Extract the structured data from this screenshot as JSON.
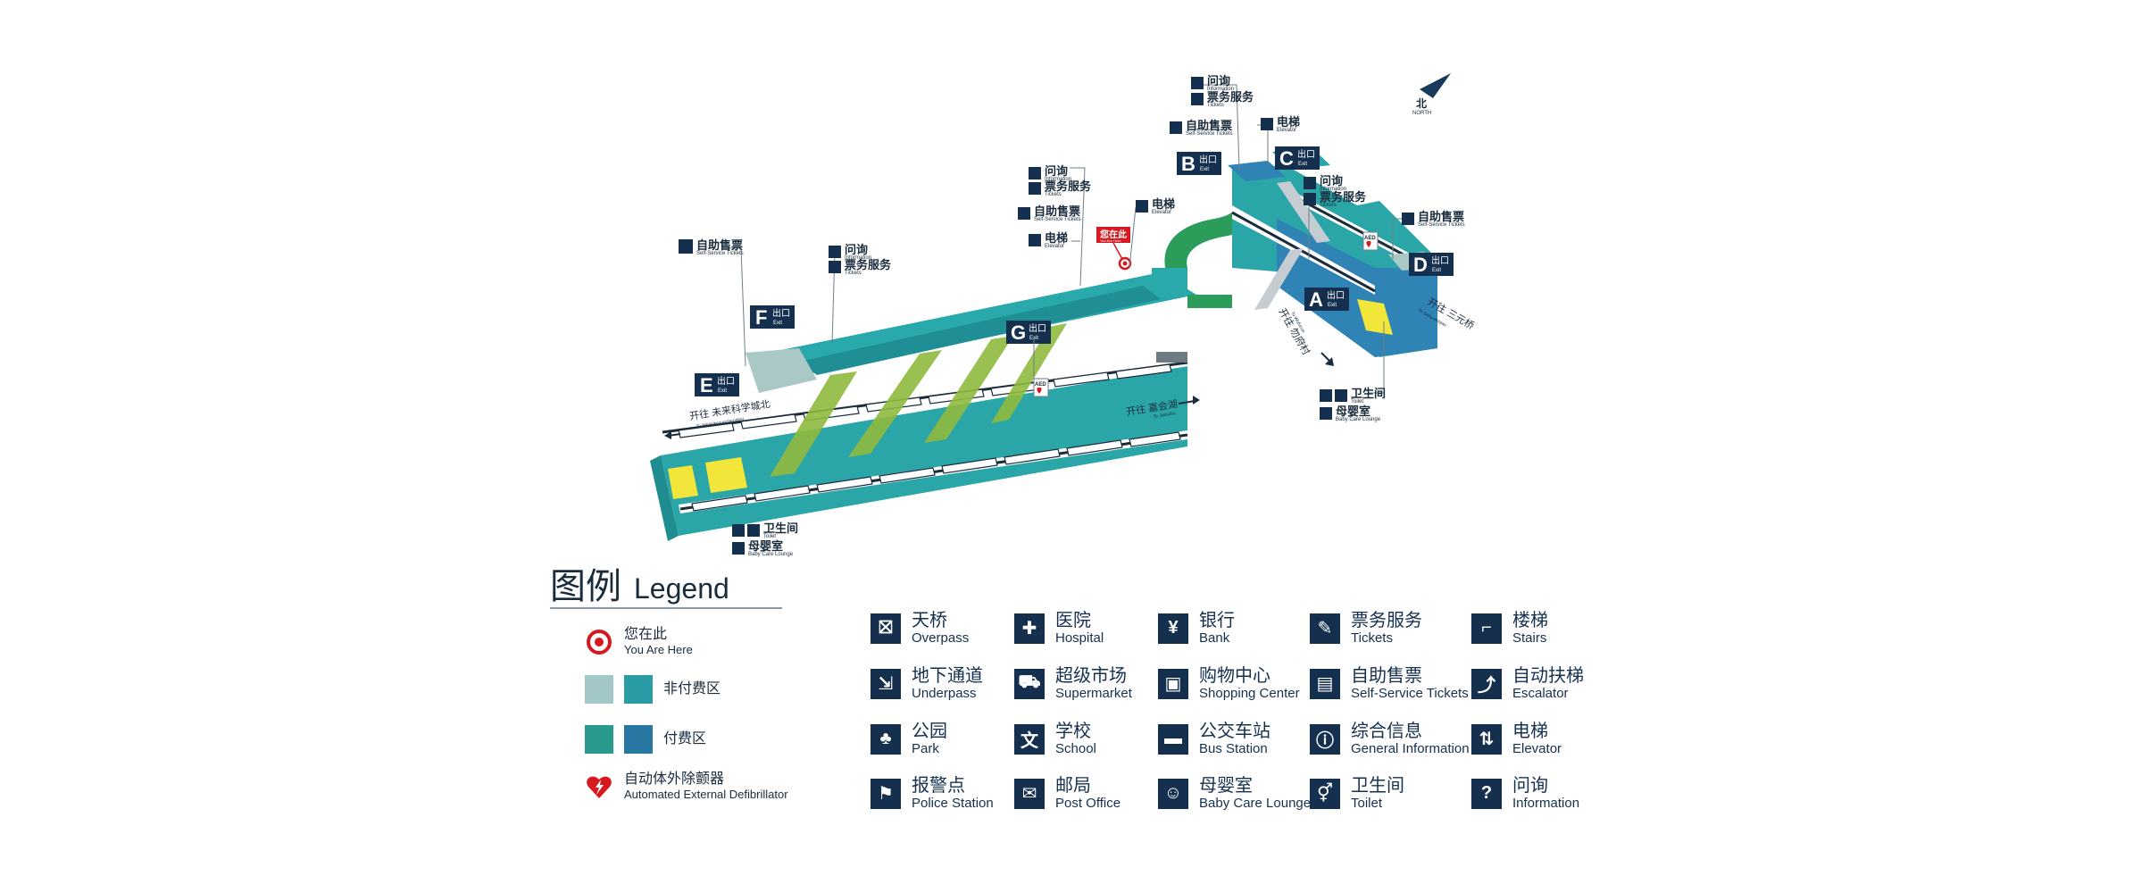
{
  "north": {
    "cn": "北",
    "en": "NORTH"
  },
  "you_are_here": {
    "cn": "您在此",
    "en": "You Are Here"
  },
  "exits": [
    {
      "id": "A",
      "cn": "出口",
      "en": "Exit"
    },
    {
      "id": "B",
      "cn": "出口",
      "en": "Exit"
    },
    {
      "id": "C",
      "cn": "出口",
      "en": "Exit"
    },
    {
      "id": "D",
      "cn": "出口",
      "en": "Exit"
    },
    {
      "id": "E",
      "cn": "出口",
      "en": "Exit"
    },
    {
      "id": "F",
      "cn": "出口",
      "en": "Exit"
    },
    {
      "id": "G",
      "cn": "出口",
      "en": "Exit"
    }
  ],
  "facilities": {
    "information": {
      "cn": "问询",
      "en": "Information"
    },
    "tickets": {
      "cn": "票务服务",
      "en": "Tickets"
    },
    "self_service": {
      "cn": "自助售票",
      "en": "Self-Service Tickets"
    },
    "elevator": {
      "cn": "电梯",
      "en": "Elevator"
    },
    "toilet": {
      "cn": "卫生间",
      "en": "Toilet"
    },
    "baby_care": {
      "cn": "母婴室",
      "en": "Baby Care Lounge"
    },
    "aed": "AED"
  },
  "directions": {
    "west_cn": "开往 未来科学城北",
    "west_en": "To Weilaikexuechengbei",
    "east_cn": "开往 嘉会湖",
    "east_en": "To Jiahuihu",
    "north_cn": "开往 三元桥",
    "north_en": "To Sanyuanqiao",
    "south_cn": "开往 勿府村",
    "south_en": "To Wufucun"
  },
  "legend": {
    "title_cn": "图例",
    "title_en": "Legend",
    "you_are_here_cn": "您在此",
    "you_are_here_en": "You Are Here",
    "unpaid_cn": "非付费区",
    "paid_cn": "付费区",
    "aed_cn": "自动体外除颤器",
    "aed_en": "Automated External Defibrillator",
    "colors": {
      "unpaid_light": "#a3c7c6",
      "unpaid_dark": "#2a9da4",
      "paid_green": "#2a9a8e",
      "paid_blue": "#2877a3"
    },
    "icons": [
      {
        "name": "overpass-icon",
        "glyph": "⛝",
        "cn": "天桥",
        "en": "Overpass"
      },
      {
        "name": "hospital-icon",
        "glyph": "✚",
        "cn": "医院",
        "en": "Hospital"
      },
      {
        "name": "bank-icon",
        "glyph": "¥",
        "cn": "银行",
        "en": "Bank"
      },
      {
        "name": "tickets-icon",
        "glyph": "✎",
        "cn": "票务服务",
        "en": "Tickets"
      },
      {
        "name": "stairs-icon",
        "glyph": "⌐",
        "cn": "楼梯",
        "en": "Stairs"
      },
      {
        "name": "underpass-icon",
        "glyph": "⇲",
        "cn": "地下通道",
        "en": "Underpass"
      },
      {
        "name": "supermarket-icon",
        "glyph": "⛟",
        "cn": "超级市场",
        "en": "Supermarket"
      },
      {
        "name": "shopping-center-icon",
        "glyph": "▣",
        "cn": "购物中心",
        "en": "Shopping Center"
      },
      {
        "name": "self-service-tickets-icon",
        "glyph": "▤",
        "cn": "自助售票",
        "en": "Self-Service Tickets"
      },
      {
        "name": "escalator-icon",
        "glyph": "⤴",
        "cn": "自动扶梯",
        "en": "Escalator"
      },
      {
        "name": "park-icon",
        "glyph": "♣",
        "cn": "公园",
        "en": "Park"
      },
      {
        "name": "school-icon",
        "glyph": "文",
        "cn": "学校",
        "en": "School"
      },
      {
        "name": "bus-station-icon",
        "glyph": "▬",
        "cn": "公交车站",
        "en": "Bus Station"
      },
      {
        "name": "general-information-icon",
        "glyph": "ⓘ",
        "cn": "综合信息",
        "en": "General Information"
      },
      {
        "name": "elevator-icon",
        "glyph": "⇅",
        "cn": "电梯",
        "en": "Elevator"
      },
      {
        "name": "police-station-icon",
        "glyph": "⚑",
        "cn": "报警点",
        "en": "Police Station"
      },
      {
        "name": "post-office-icon",
        "glyph": "✉",
        "cn": "邮局",
        "en": "Post Office"
      },
      {
        "name": "baby-care-lounge-icon",
        "glyph": "☺",
        "cn": "母婴室",
        "en": "Baby Care Lounge"
      },
      {
        "name": "toilet-icon",
        "glyph": "⚥",
        "cn": "卫生间",
        "en": "Toilet"
      },
      {
        "name": "information-icon",
        "glyph": "?",
        "cn": "问询",
        "en": "Information"
      }
    ]
  }
}
